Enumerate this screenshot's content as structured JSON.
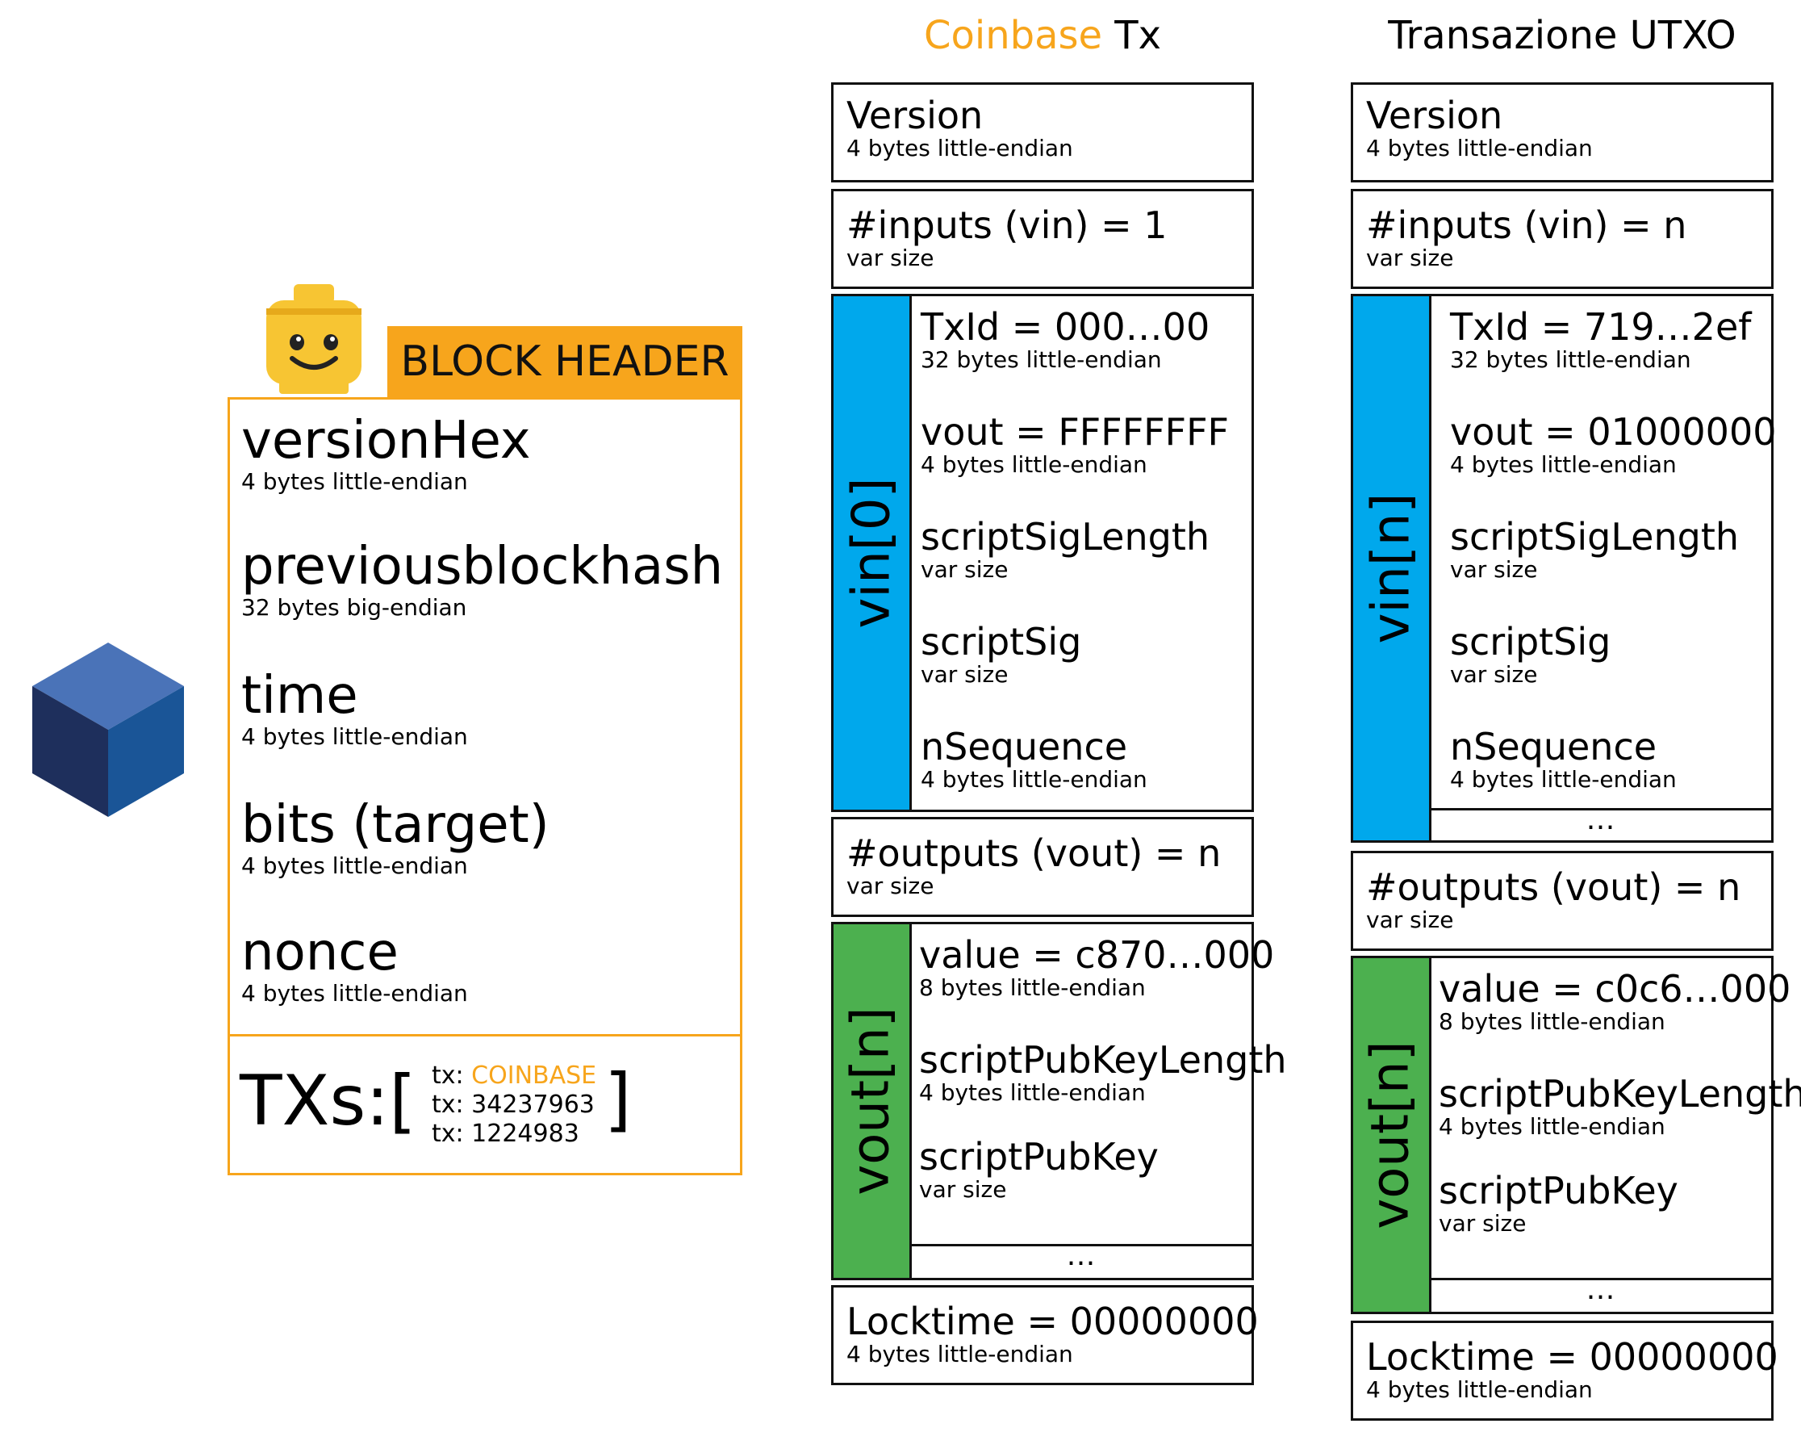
{
  "colors": {
    "accent_orange": "#f7a51c",
    "vin_blue": "#00a8ec",
    "vout_green": "#4cb04f",
    "border": "#111111",
    "cube_top": "#4a73b8",
    "cube_left": "#1e2f5c",
    "cube_right": "#1a5597",
    "lego_yellow": "#f7c533"
  },
  "icons": {
    "cube": "blue-block-cube-icon",
    "lego": "lego-head-icon"
  },
  "block": {
    "header_title": "BLOCK HEADER",
    "fields": [
      {
        "name": "versionHex",
        "desc": "4 bytes little-endian"
      },
      {
        "name": "previousblockhash",
        "desc": "32 bytes big-endian"
      },
      {
        "name": "time",
        "desc": "4 bytes little-endian"
      },
      {
        "name": "bits (target)",
        "desc": "4 bytes little-endian"
      },
      {
        "name": "nonce",
        "desc": "4 bytes little-endian"
      }
    ],
    "txs_label": "TXs:[",
    "txs_close": "]",
    "tx_list": [
      {
        "prefix": "tx: ",
        "value": "COINBASE"
      },
      {
        "prefix": "tx: ",
        "value": "34237963"
      },
      {
        "prefix": "tx: ",
        "value": "1224983"
      }
    ]
  },
  "coinbase": {
    "title_highlight": "Coinbase",
    "title_rest": " Tx",
    "version": {
      "name": "Version",
      "desc": "4 bytes little-endian"
    },
    "inputs": {
      "name": "#inputs (vin) = 1",
      "desc": "var size"
    },
    "vin_label": "vin[0]",
    "vin_fields": [
      {
        "name": "TxId = 000…00",
        "desc": "32 bytes little-endian"
      },
      {
        "name": "vout = FFFFFFFF",
        "desc": "4 bytes little-endian"
      },
      {
        "name": "scriptSigLength",
        "desc": "var size"
      },
      {
        "name": "scriptSig",
        "desc": "var size"
      },
      {
        "name": "nSequence",
        "desc": "4 bytes little-endian"
      }
    ],
    "outputs": {
      "name": "#outputs (vout) = n",
      "desc": "var size"
    },
    "vout_label": "vout[n]",
    "vout_fields": [
      {
        "name": "value = c870…000",
        "desc": "8 bytes little-endian"
      },
      {
        "name": "scriptPubKeyLength",
        "desc": "4 bytes little-endian"
      },
      {
        "name": "scriptPubKey",
        "desc": "var size"
      }
    ],
    "vout_more": "…",
    "locktime": {
      "name": "Locktime = 00000000",
      "desc": "4 bytes little-endian"
    }
  },
  "utxo": {
    "title": "Transazione UTXO",
    "version": {
      "name": "Version",
      "desc": "4 bytes little-endian"
    },
    "inputs": {
      "name": "#inputs (vin) = n",
      "desc": "var size"
    },
    "vin_label": "vin[n]",
    "vin_fields": [
      {
        "name": "TxId = 719…2ef",
        "desc": "32 bytes little-endian"
      },
      {
        "name": "vout = 01000000",
        "desc": "4 bytes little-endian"
      },
      {
        "name": "scriptSigLength",
        "desc": "var size"
      },
      {
        "name": "scriptSig",
        "desc": "var size"
      },
      {
        "name": "nSequence",
        "desc": "4 bytes little-endian"
      }
    ],
    "vin_more": "…",
    "outputs": {
      "name": "#outputs (vout) = n",
      "desc": "var size"
    },
    "vout_label": "vout[n]",
    "vout_fields": [
      {
        "name": "value = c0c6…000",
        "desc": "8 bytes little-endian"
      },
      {
        "name": "scriptPubKeyLength",
        "desc": "4 bytes little-endian"
      },
      {
        "name": "scriptPubKey",
        "desc": "var size"
      }
    ],
    "vout_more": "…",
    "locktime": {
      "name": "Locktime = 00000000",
      "desc": "4 bytes little-endian"
    }
  }
}
